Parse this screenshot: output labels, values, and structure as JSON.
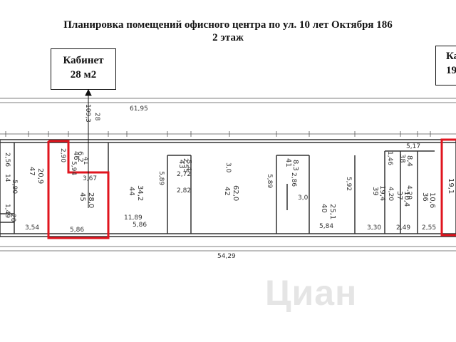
{
  "title": {
    "line1": "Планировка помещений  офисного центра по ул. 10 лет Октября 186",
    "line2": "2  этаж"
  },
  "callouts": {
    "left": {
      "name": "Кабинет",
      "area": "28 м2"
    },
    "right": {
      "name": "Ка",
      "area": "19"
    }
  },
  "dimensions": {
    "top_total": "61,95",
    "bottom_total": "54,29",
    "d_28": "28",
    "d_109": "109,3",
    "d_11_89": "11,89",
    "bottom": [
      "3,54",
      "5,86",
      "5,86",
      "5,84",
      "3,30",
      "2,49",
      "2,55"
    ],
    "small_top_left": "2,56",
    "d_3_0": "3,0",
    "d_3_0b": "3,0",
    "d_2_86": "2,86",
    "d_2_82": "2,82",
    "d_2_72": "2,72",
    "d_2_55": "2,55",
    "d_5_94": "5,94",
    "d_5_90": "5,90",
    "d_5_89": "5,89",
    "d_5_89b": "5,89",
    "d_5_92": "5,92",
    "d_4_20": "4,20",
    "d_4_20b": "4,20",
    "d_5_17": "5,17",
    "d_3_67": "3,67",
    "d_2_90": "2,90",
    "d_1_46": "1,46",
    "d_41": "41",
    "d_20": "20",
    "d_1_49": "1,49",
    "d_14": "14"
  },
  "rooms": [
    {
      "num": "47",
      "area": "20,9"
    },
    {
      "num": "46",
      "area": "6,2"
    },
    {
      "num": "45",
      "area": "28,0"
    },
    {
      "num": "44",
      "area": "34,2"
    },
    {
      "num": "43",
      "area": "5,4"
    },
    {
      "num": "42",
      "area": "62,0"
    },
    {
      "num": "41",
      "area": "8,3"
    },
    {
      "num": "40",
      "area": "25,1"
    },
    {
      "num": "39",
      "area": "19,4"
    },
    {
      "num": "38",
      "area": "8,4"
    },
    {
      "num": "37",
      "area": "10,4"
    },
    {
      "num": "36",
      "area": "10,6"
    },
    {
      "num": "",
      "area": "19,1"
    }
  ],
  "watermark": "Циан",
  "colors": {
    "highlight": "#e0141e",
    "wall": "#333333",
    "text": "#111111",
    "watermark": "#969696"
  }
}
